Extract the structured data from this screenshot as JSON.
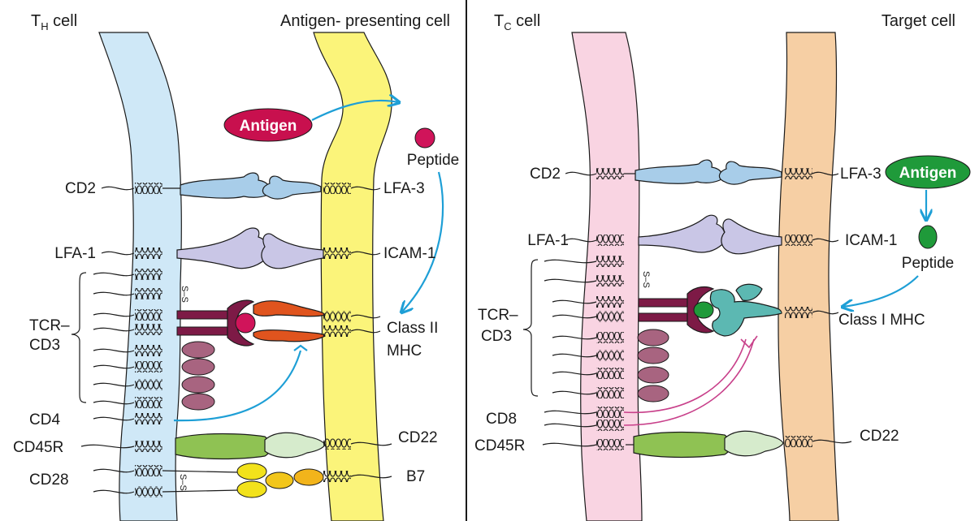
{
  "colors": {
    "th_membrane": "#cfe8f7",
    "apc_membrane": "#fbf47a",
    "tc_membrane": "#f9d4e2",
    "target_membrane": "#f6cfa4",
    "antigen_left": "#c8104e",
    "antigen_right": "#1f9a3a",
    "arrow": "#1e9fd6",
    "cd2_lfa3": "#a8cde9",
    "lfa1_icam1": "#c9c6e6",
    "tcr": "#7d1a46",
    "mhc_ii": "#e0541e",
    "mhc_i": "#5cb8b2",
    "cd3_chain": "#a86480",
    "cd45r": "#8fc253",
    "cd22": "#d6ebcc",
    "b7_cd28": "#f2c61b",
    "cd8_line": "#c8408a"
  },
  "left_panel": {
    "cell_a": "T",
    "cell_a_sub": "H",
    "cell_a_suffix": " cell",
    "cell_b": "Antigen- presenting cell",
    "antigen": "Antigen",
    "peptide": "Peptide",
    "cd2": "CD2",
    "lfa3": "LFA-3",
    "lfa1": "LFA-1",
    "icam1": "ICAM-1",
    "tcr_line1": "TCR–",
    "tcr_line2": "CD3",
    "mhc_line1": "Class II",
    "mhc_line2": "MHC",
    "cd4": "CD4",
    "cd45r": "CD45R",
    "cd22": "CD22",
    "cd28": "CD28",
    "b7": "B7",
    "ss": "S–S"
  },
  "right_panel": {
    "cell_a": "T",
    "cell_a_sub": "C",
    "cell_a_suffix": " cell",
    "cell_b": "Target cell",
    "antigen": "Antigen",
    "peptide": "Peptide",
    "cd2": "CD2",
    "lfa3": "LFA-3",
    "lfa1": "LFA-1",
    "icam1": "ICAM-1",
    "tcr_line1": "TCR–",
    "tcr_line2": "CD3",
    "mhc": "Class I MHC",
    "cd8": "CD8",
    "cd45r": "CD45R",
    "cd22": "CD22",
    "ss": "S–S"
  }
}
